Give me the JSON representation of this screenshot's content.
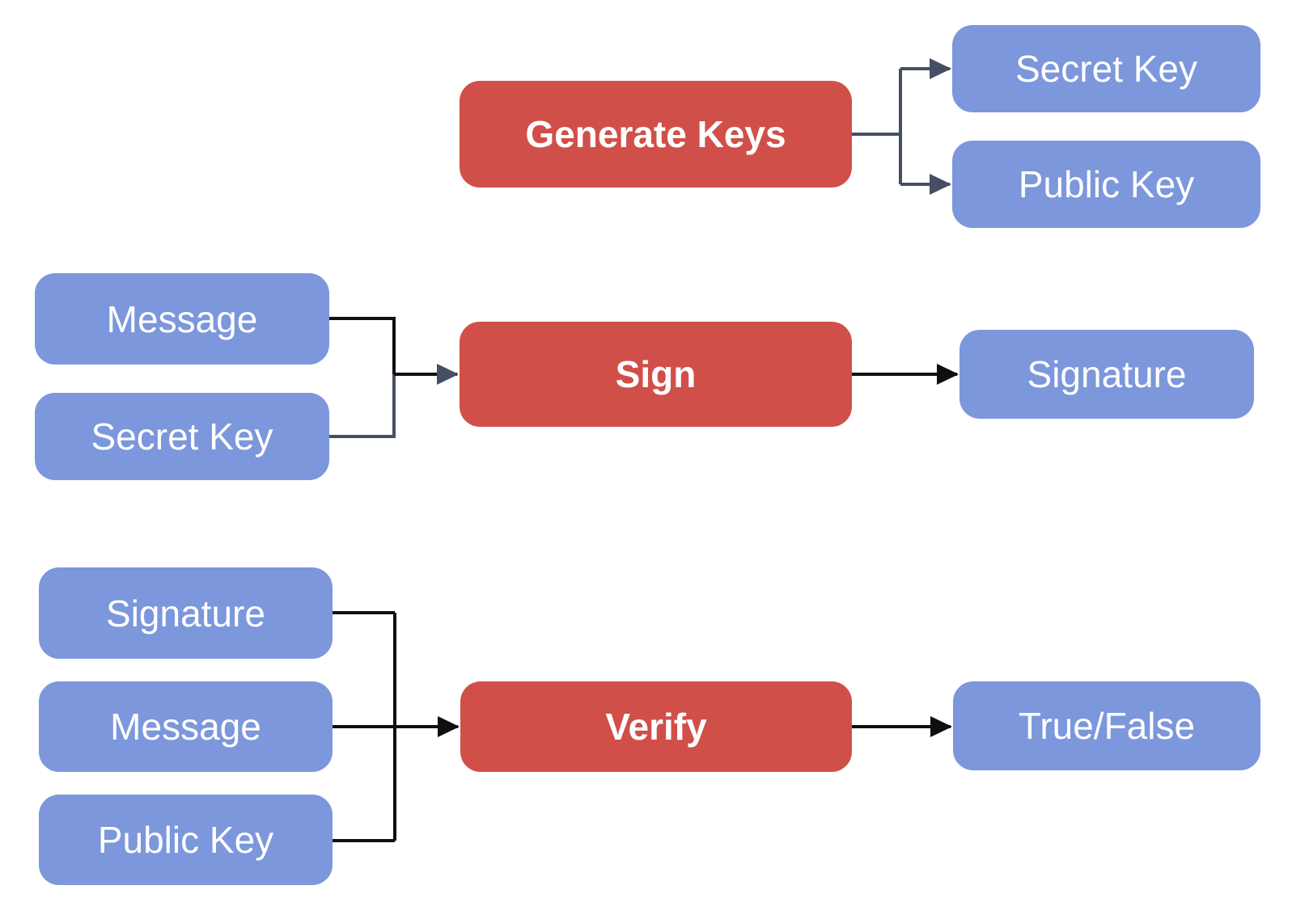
{
  "diagram": {
    "type": "flowchart",
    "description": "Digital signature flow: key generation, signing, verification"
  },
  "colors": {
    "node_data_fill": "#7C97DB",
    "node_process_fill": "#D05049",
    "label_text": "#FFFFFF",
    "edge_dark": "#454F63",
    "edge_black": "#0F0F0F",
    "background": "#FFFFFF"
  },
  "nodes": {
    "generate_keys": {
      "label": "Generate Keys",
      "type": "process"
    },
    "secret_key_out": {
      "label": "Secret Key",
      "type": "data"
    },
    "public_key_out": {
      "label": "Public Key",
      "type": "data"
    },
    "message_sign": {
      "label": "Message",
      "type": "data"
    },
    "secret_key_sign": {
      "label": "Secret Key",
      "type": "data"
    },
    "sign": {
      "label": "Sign",
      "type": "process"
    },
    "signature_out": {
      "label": "Signature",
      "type": "data"
    },
    "signature_verify": {
      "label": "Signature",
      "type": "data"
    },
    "message_verify": {
      "label": "Message",
      "type": "data"
    },
    "public_key_verify": {
      "label": "Public Key",
      "type": "data"
    },
    "verify": {
      "label": "Verify",
      "type": "process"
    },
    "true_false": {
      "label": "True/False",
      "type": "data"
    }
  },
  "edges": [
    {
      "from": "generate_keys",
      "to": "secret_key_out"
    },
    {
      "from": "generate_keys",
      "to": "public_key_out"
    },
    {
      "from": "message_sign",
      "to": "sign"
    },
    {
      "from": "secret_key_sign",
      "to": "sign"
    },
    {
      "from": "sign",
      "to": "signature_out"
    },
    {
      "from": "signature_verify",
      "to": "verify"
    },
    {
      "from": "message_verify",
      "to": "verify"
    },
    {
      "from": "public_key_verify",
      "to": "verify"
    },
    {
      "from": "verify",
      "to": "true_false"
    }
  ]
}
